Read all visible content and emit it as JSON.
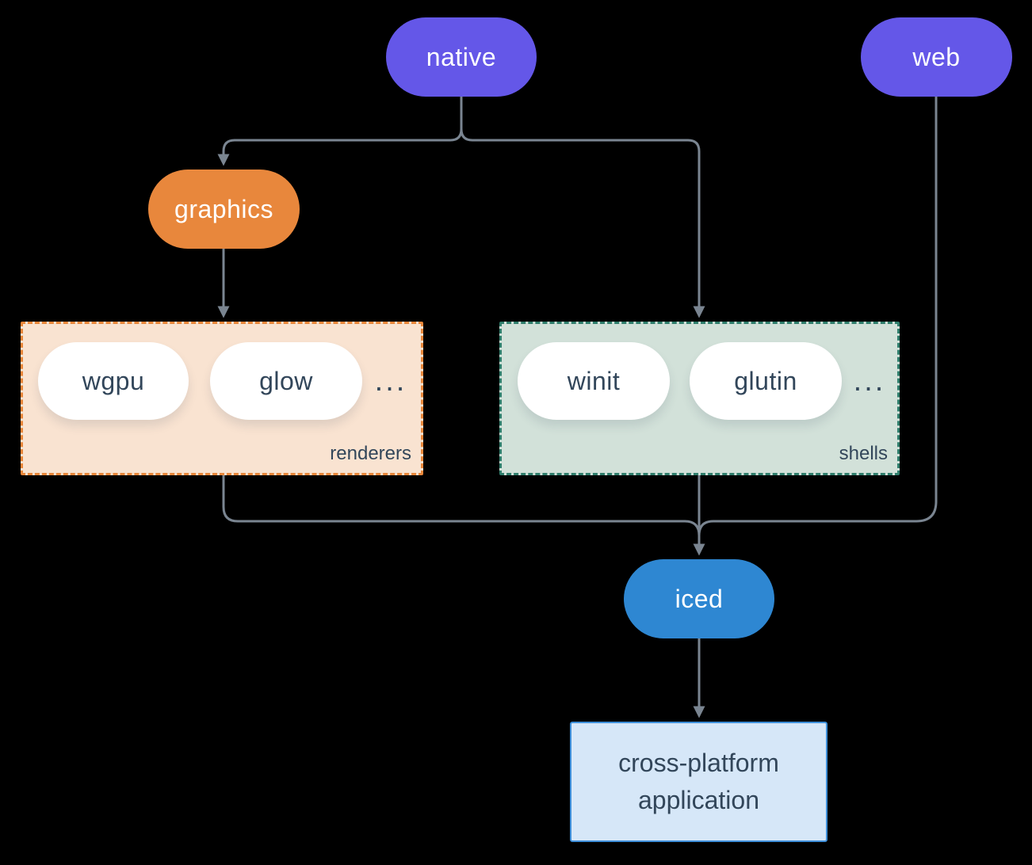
{
  "nodes": {
    "native": "native",
    "web": "web",
    "graphics": "graphics",
    "iced": "iced",
    "application": "cross-platform application"
  },
  "groups": {
    "renderers": {
      "label": "renderers",
      "items": [
        "wgpu",
        "glow"
      ],
      "more": "..."
    },
    "shells": {
      "label": "shells",
      "items": [
        "winit",
        "glutin"
      ],
      "more": "..."
    }
  },
  "colors": {
    "background": "#000000",
    "node-purple": "#6457E8",
    "node-orange": "#E8873C",
    "node-blue": "#2E87D2",
    "node-white": "#FFFFFF",
    "renderers-bg": "#F9E3D1",
    "renderers-border": "#E8873A",
    "shells-bg": "#D2E1D9",
    "shells-border": "#2F7E6C",
    "app-bg": "#D6E7F8",
    "app-border": "#3E8FD9",
    "edge": "#7A8591",
    "text-dark": "#32465A",
    "text-light": "#FFFFFF"
  }
}
